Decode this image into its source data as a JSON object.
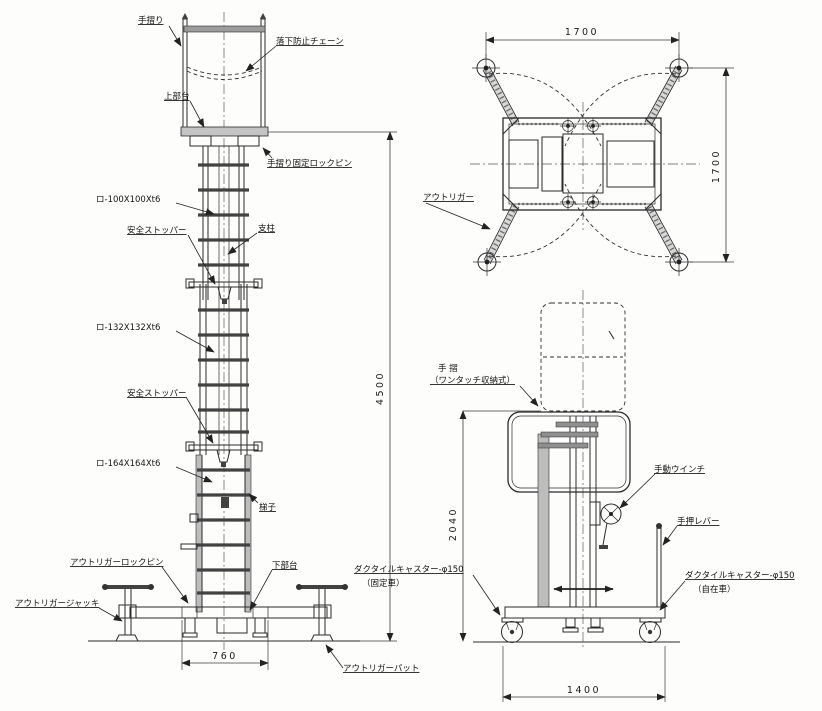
{
  "drawing": {
    "type": "engineering-drawing",
    "subject": "manual lift / elevating work platform, 3 views",
    "views": [
      "mast-elevation",
      "outrigger-plan",
      "cart-side-elevation"
    ]
  },
  "labels": {
    "handrail": "手摺り",
    "fall_prevention_chain": "落下防止チェーン",
    "upper_platform": "上部台",
    "handrail_lock_pin": "手摺り固定ロックピン",
    "square_tube_100": "ロ-100X100Xt6",
    "safety_stopper_upper": "安全ストッパー",
    "support_post": "支柱",
    "square_tube_132": "ロ-132X132Xt6",
    "safety_stopper_lower": "安全ストッパー",
    "square_tube_164": "ロ-164X164Xt6",
    "ladder": "梯子",
    "outrigger_lock_pin": "アウトリガーロックピン",
    "lower_platform": "下部台",
    "outrigger_jack": "アウトリガージャッキ",
    "outrigger_pad": "アウトリガーパット",
    "outrigger": "アウトリガー",
    "stowable_handrail_line1": "手 摺",
    "stowable_handrail_line2": "（ワンタッチ収納式）",
    "manual_winch": "手動ウインチ",
    "push_lever": "手押レバー",
    "caster_fixed_line1": "ダクタイルキャスター-φ150",
    "caster_fixed_line2": "（固定車）",
    "caster_swivel_line1": "ダクタイルキャスター-φ150",
    "caster_swivel_line2": "（自在車）"
  },
  "dimensions": {
    "overall_height": "4500",
    "base_inner_width": "760",
    "plan_width": "1700",
    "plan_depth": "1700",
    "stowed_height": "2040",
    "cart_base_width": "1400"
  }
}
